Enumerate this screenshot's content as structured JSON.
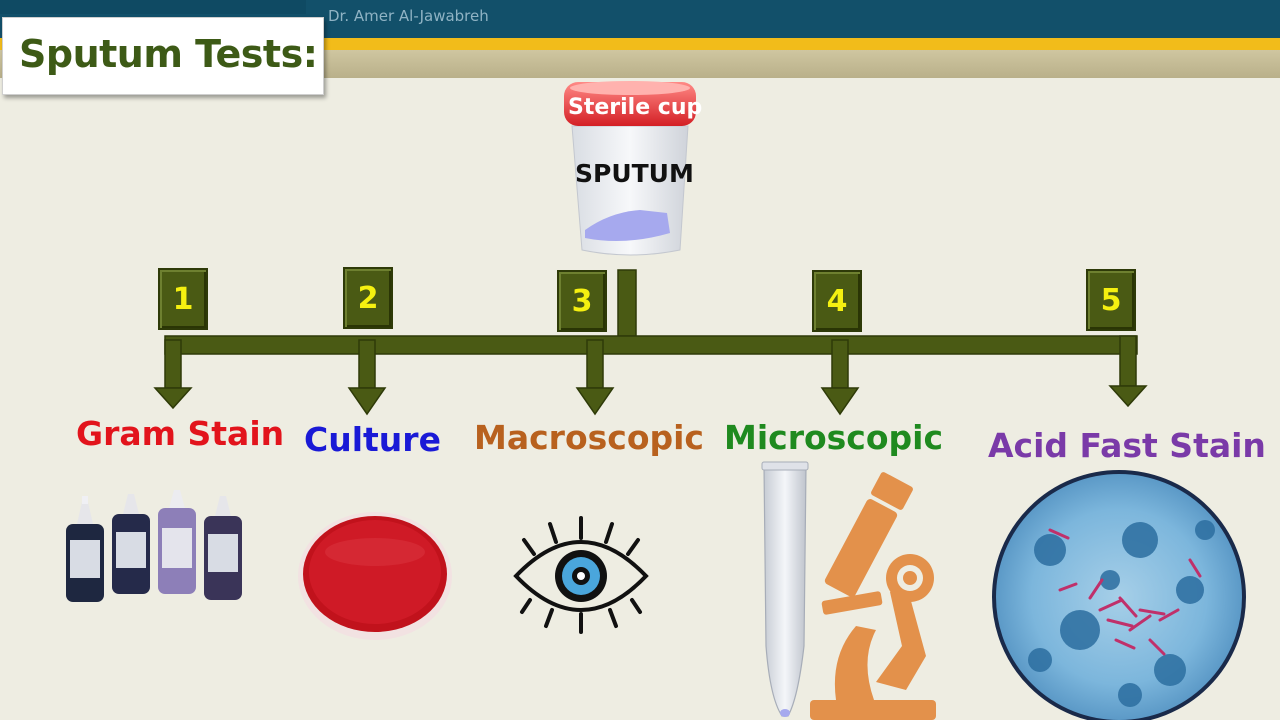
{
  "header": {
    "author": "Dr. Amer Al-Jawabreh"
  },
  "title": "Sputum Tests:",
  "cup": {
    "lid_label": "Sterile cup",
    "body_label": "SPUTUM"
  },
  "tests": [
    {
      "number": "1",
      "label": "Gram Stain",
      "color": "#e2141c",
      "icon": "stain-bottles-icon"
    },
    {
      "number": "2",
      "label": "Culture",
      "color": "#1a1ad6",
      "icon": "petri-dish-icon"
    },
    {
      "number": "3",
      "label": "Macroscopic",
      "color": "#b8611e",
      "icon": "eye-icon"
    },
    {
      "number": "4",
      "label": "Microscopic",
      "color": "#1f8a1f",
      "icon": "microscope-icon"
    },
    {
      "number": "5",
      "label": "Acid Fast Stain",
      "color": "#7a3aa8",
      "icon": "acid-fast-slide-icon"
    }
  ],
  "colors": {
    "connector": "#4a5a14",
    "number": "#f5f010",
    "title": "#3d5a16"
  }
}
